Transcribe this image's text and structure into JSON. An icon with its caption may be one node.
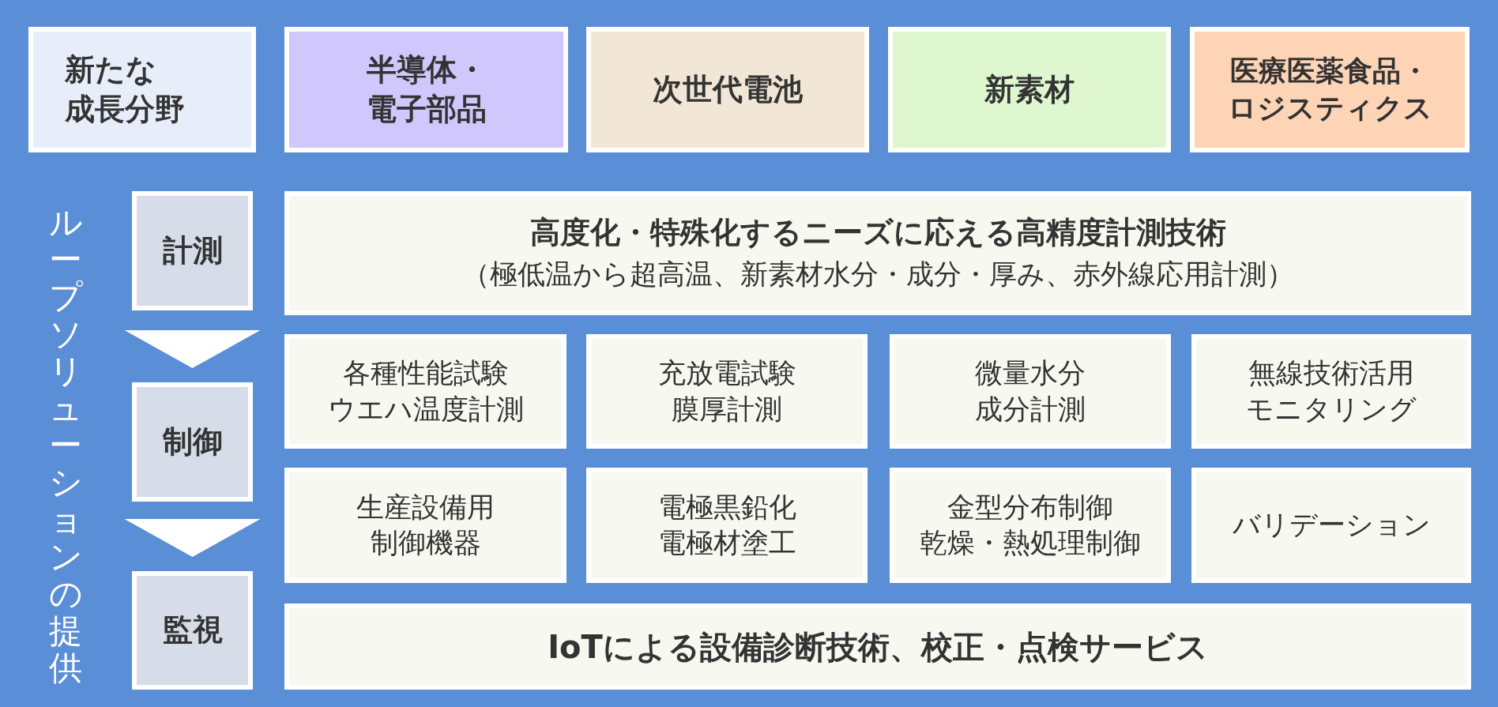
{
  "diagram": {
    "nodes": [
      {
        "text": [
          "新たな成長分野"
        ]
      },
      {
        "text": [
          "半導体・電子部品"
        ]
      },
      {
        "text": [
          "次世代電池"
        ]
      },
      {
        "text": [
          "新素材"
        ]
      },
      {
        "text": [
          "医療医薬食品・ロジスティクス"
        ]
      },
      {
        "text": [
          "計測"
        ]
      },
      {
        "text": [
          "制御"
        ]
      },
      {
        "text": [
          "監視"
        ]
      },
      {
        "text": [
          "高度化・特殊化するニーズに応える高精度計測技術",
          "（極低温から超高温、新素材水分・成分・厚み、赤外線応用計測）"
        ]
      },
      {
        "text": [
          "各種性能試験ウエハ温度計測"
        ]
      },
      {
        "text": [
          "充放電試験膜厚計測"
        ]
      },
      {
        "text": [
          "微量水分成分計測"
        ]
      },
      {
        "text": [
          "無線技術活用モニタリング"
        ]
      },
      {
        "text": [
          "生産設備用制御機器"
        ]
      },
      {
        "text": [
          "電極黒鉛化電極材塗工"
        ]
      },
      {
        "text": [
          "金型分布制御乾燥・熱処理制御"
        ]
      },
      {
        "text": [
          "バリデーション"
        ]
      },
      {
        "text": [
          "IoTによる設備診断技術、校正・点検サービス"
        ]
      }
    ],
    "edges": [
      {
        "from": 5,
        "to": 6,
        "arrow": "to"
      },
      {
        "from": 6,
        "to": 7,
        "arrow": "to"
      }
    ],
    "labels": [
      "ループソリューションの提供"
    ]
  }
}
